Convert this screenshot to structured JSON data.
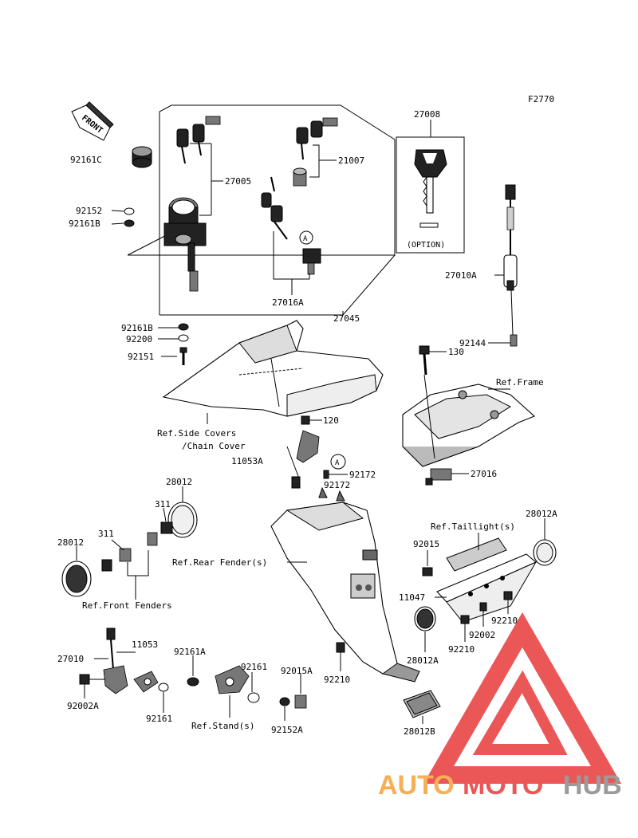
{
  "diagram_id": "F2770",
  "front_label": "FRONT",
  "option_label": "(OPTION)",
  "callout": "A",
  "watermark": {
    "part1": "AUTO",
    "part2": "MOTO",
    "part3": "HUB",
    "color_orange": "#f5a13a",
    "color_red": "#e83a3a",
    "color_gray": "#8a8a8a"
  },
  "labels": {
    "l92161C": "92161C",
    "l27005": "27005",
    "l92152": "92152",
    "l92161B_top": "92161B",
    "l27016A": "27016A",
    "l21007": "21007",
    "l27008": "27008",
    "l27045": "27045",
    "l27010A": "27010A",
    "l92161B": "92161B",
    "l92200": "92200",
    "l92151": "92151",
    "l92144": "92144",
    "l130": "130",
    "refFrame": "Ref.Frame",
    "refSide1": "Ref.Side Covers",
    "refSide2": "/Chain Cover",
    "l120": "120",
    "l11053A": "11053A",
    "l92172a": "92172",
    "l92172b": "92172",
    "l27016": "27016",
    "l28012_top": "28012",
    "l311_top": "311",
    "l311": "311",
    "l28012": "28012",
    "refFront": "Ref.Front Fenders",
    "refRear": "Ref.Rear Fender(s)",
    "refTail": "Ref.Taillight(s)",
    "l28012A_r": "28012A",
    "l92015": "92015",
    "l11047": "11047",
    "l92210_r": "92210",
    "l92002": "92002",
    "l92210_m": "92210",
    "l28012A_m": "28012A",
    "l92210_b": "92210",
    "l28012B": "28012B",
    "l27010": "27010",
    "l11053": "11053",
    "l92161A": "92161A",
    "l92161_r": "92161",
    "l92015A": "92015A",
    "l92002A": "92002A",
    "l92161_b": "92161",
    "refStand": "Ref.Stand(s)",
    "l92152A": "92152A"
  }
}
